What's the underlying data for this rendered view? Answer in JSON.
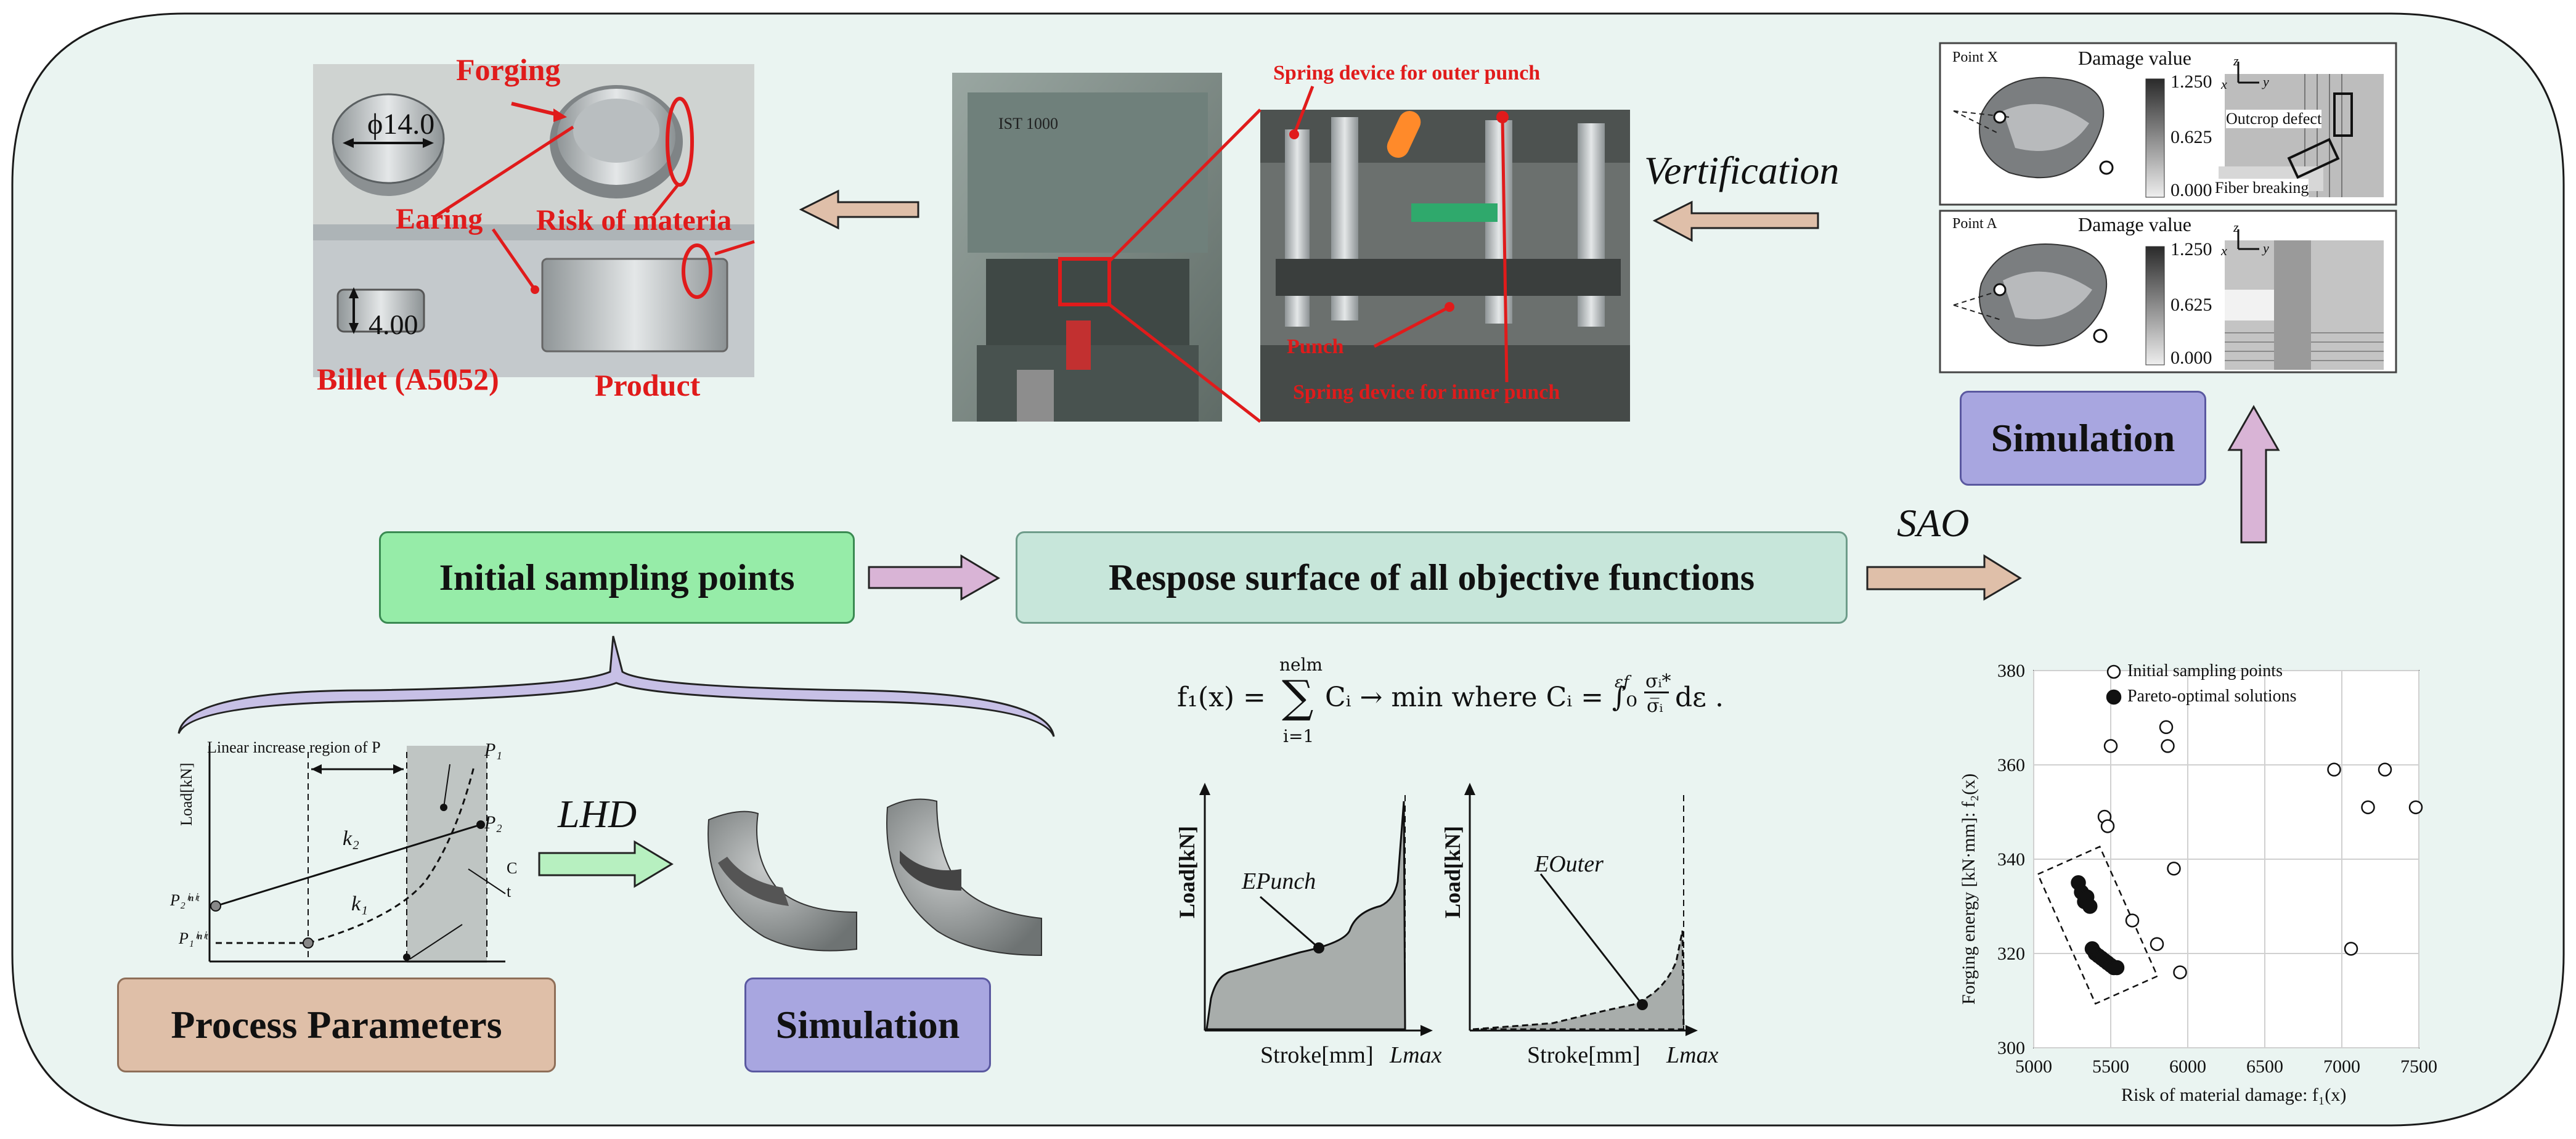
{
  "boxes": {
    "initial_sampling": "Initial sampling points",
    "response_surface": "Respose surface of all objective functions",
    "process_parameters": "Process Parameters",
    "simulation_bottom": "Simulation",
    "simulation_top": "Simulation"
  },
  "arrow_labels": {
    "sao": "SAO",
    "lhd": "LHD",
    "verification": "Vertification"
  },
  "photo_product": {
    "forging": "Forging",
    "diameter": "ϕ14.0",
    "earing": "Earing",
    "risk": "Risk of materia",
    "height": "4.00",
    "billet": "Billet (A5052)",
    "product": "Product"
  },
  "press_photo": {
    "brand": "IST 1000",
    "spring_outer": "Spring device for outer punch",
    "punch": "Punch",
    "spring_inner": "Spring device for inner punch"
  },
  "damage_panels": [
    {
      "point": "Point X",
      "title": "Damage value",
      "ticks": [
        "1.250",
        "0.625",
        "0.000"
      ],
      "notes": [
        "Outcrop defect",
        "Fiber breaking"
      ],
      "axes": [
        "z",
        "y",
        "x"
      ]
    },
    {
      "point": "Point A",
      "title": "Damage value",
      "ticks": [
        "1.250",
        "0.625",
        "0.000"
      ],
      "notes": [],
      "axes": [
        "z",
        "y",
        "x"
      ]
    }
  ],
  "formula": {
    "lhs": "f₁(x) = ",
    "sum_top": "nelm",
    "sum_bottom": "i=1",
    "body": "Cᵢ → min  where  Cᵢ = ∫₀",
    "upper": "εf",
    "frac_top": "σᵢ*",
    "frac_bottom": "σ̅ᵢ",
    "tail": "dε ."
  },
  "process_diagram": {
    "region": "Linear increase region of P",
    "ylabel": "Load[kN]",
    "k2": "k₂",
    "k1": "k₁",
    "p1": "P₁",
    "p2": "P₂",
    "p2init": "P₂ⁱⁿⁱᵗ",
    "p1init": "P₁ⁱⁿⁱᵗ",
    "cut1": "C",
    "cut2": "t"
  },
  "energy_charts": [
    {
      "ylabel": "Load[kN]",
      "xlabel": "Stroke[mm]",
      "lmax": "Lmax",
      "area": "EPunch"
    },
    {
      "ylabel": "Load[kN]",
      "xlabel": "Stroke[mm]",
      "lmax": "Lmax",
      "area": "EOuter"
    }
  ],
  "chart_data": {
    "type": "scatter",
    "xlabel": "Risk of material damage: f₁(x)",
    "ylabel": "Forging energy [kN·mm]: f₂(x)",
    "xlim": [
      5000,
      7500
    ],
    "ylim": [
      300,
      380
    ],
    "xticks": [
      5000,
      5500,
      6000,
      6500,
      7000,
      7500
    ],
    "yticks": [
      300,
      320,
      340,
      360,
      380
    ],
    "grid": true,
    "legend_position": "top-left",
    "series": [
      {
        "name": "Initial sampling points",
        "marker": "open-circle",
        "points": [
          [
            5500,
            364
          ],
          [
            5460,
            349
          ],
          [
            5480,
            347
          ],
          [
            5860,
            368
          ],
          [
            5870,
            364
          ],
          [
            5910,
            338
          ],
          [
            5640,
            327
          ],
          [
            5800,
            322
          ],
          [
            5950,
            316
          ],
          [
            6950,
            359
          ],
          [
            7170,
            351
          ],
          [
            7280,
            359
          ],
          [
            7480,
            351
          ],
          [
            7060,
            321
          ]
        ]
      },
      {
        "name": "Pareto-optimal solutions",
        "marker": "filled-circle",
        "points": [
          [
            5290,
            335
          ],
          [
            5310,
            333
          ],
          [
            5330,
            331
          ],
          [
            5345,
            332
          ],
          [
            5365,
            330
          ],
          [
            5380,
            321
          ],
          [
            5400,
            320
          ],
          [
            5420,
            319.5
          ],
          [
            5440,
            319
          ],
          [
            5460,
            318.5
          ],
          [
            5480,
            318
          ],
          [
            5500,
            317.5
          ],
          [
            5520,
            317
          ],
          [
            5540,
            317
          ]
        ]
      }
    ]
  },
  "colors": {
    "background_fill": "#eaf4f1",
    "green_box": "#96eca8",
    "teal_box": "#c7e6da",
    "tan_box": "#dfbfa8",
    "purple_box": "#a8a6e0",
    "arrow_pink": "#dfbfa9",
    "arrow_mauve": "#d9b4d6",
    "arrow_green": "#b7f0c0",
    "label_red": "#e01b1b"
  }
}
